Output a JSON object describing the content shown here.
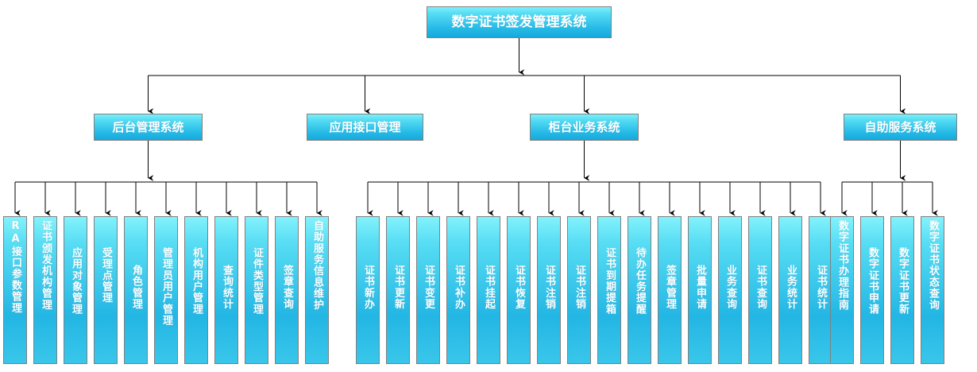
{
  "diagram": {
    "title": "数字证书签发管理系统",
    "type": "organizational-tree",
    "palette": {
      "node_gradient_top": "#7df0fb",
      "node_gradient_bottom": "#16a8dc",
      "node_border": "#808080",
      "node_text": "#ffffff",
      "connector": "#000000",
      "background": "#ffffff"
    }
  },
  "root": {
    "label": "数字证书签发管理系统"
  },
  "branches": [
    {
      "label": "后台管理系统",
      "leaves": [
        {
          "label": "RA接口参数管理",
          "offset": "top"
        },
        {
          "label": "证书颁发机构管理",
          "offset": "top"
        },
        {
          "label": "应用对象管理",
          "offset": "mid"
        },
        {
          "label": "受理点管理",
          "offset": "mid"
        },
        {
          "label": "角色管理",
          "offset": "low"
        },
        {
          "label": "管理员用户管理",
          "offset": "mid"
        },
        {
          "label": "机构用户管理",
          "offset": "mid"
        },
        {
          "label": "查询统计",
          "offset": "low"
        },
        {
          "label": "证件类型管理",
          "offset": "mid"
        },
        {
          "label": "签章查询",
          "offset": "low"
        },
        {
          "label": "自助服务信息维护",
          "offset": "top"
        }
      ]
    },
    {
      "label": "应用接口管理",
      "leaves": []
    },
    {
      "label": "柜台业务系统",
      "leaves": [
        {
          "label": "证书新办",
          "offset": "low"
        },
        {
          "label": "证书更新",
          "offset": "low"
        },
        {
          "label": "证书变更",
          "offset": "low"
        },
        {
          "label": "证书补办",
          "offset": "low"
        },
        {
          "label": "证书挂起",
          "offset": "low"
        },
        {
          "label": "证书恢复",
          "offset": "low"
        },
        {
          "label": "证书注销",
          "offset": "low"
        },
        {
          "label": "证书注销",
          "offset": "low"
        },
        {
          "label": "证书到期提箱",
          "offset": "mid"
        },
        {
          "label": "待办任务提醒",
          "offset": "mid"
        },
        {
          "label": "签章管理",
          "offset": "low"
        },
        {
          "label": "批量申请",
          "offset": "low"
        },
        {
          "label": "业务查询",
          "offset": "low"
        },
        {
          "label": "证书查询",
          "offset": "low"
        },
        {
          "label": "业务统计",
          "offset": "low"
        },
        {
          "label": "证书统计",
          "offset": "low"
        }
      ]
    },
    {
      "label": "自助服务系统",
      "leaves": [
        {
          "label": "数字证书办理指南",
          "offset": "top"
        },
        {
          "label": "数字证书申请",
          "offset": "mid"
        },
        {
          "label": "数字证书更新",
          "offset": "mid"
        },
        {
          "label": "数字证书状态查询",
          "offset": "top"
        }
      ]
    }
  ]
}
